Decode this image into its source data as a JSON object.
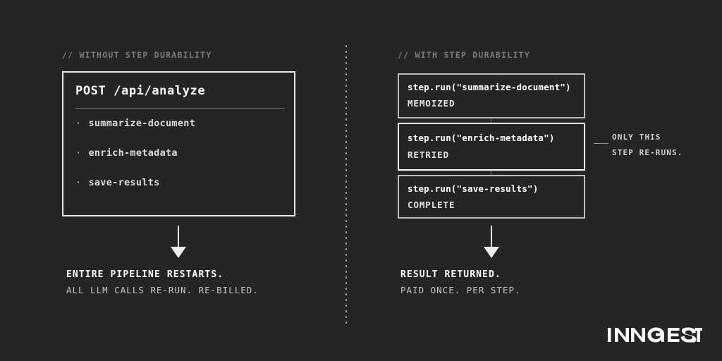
{
  "background_color": "#252525",
  "left_panel": {
    "comment": "// WITHOUT STEP DURABILITY",
    "card": {
      "title": "POST /api/analyze",
      "steps": [
        {
          "bullet": "·",
          "label": "summarize-document"
        },
        {
          "bullet": "·",
          "label": "enrich-metadata"
        },
        {
          "bullet": "·",
          "label": "save-results"
        }
      ]
    },
    "outcome": {
      "primary": "ENTIRE PIPELINE RESTARTS.",
      "secondary": "ALL LLM CALLS RE-RUN. RE-BILLED."
    }
  },
  "right_panel": {
    "comment": "// WITH STEP DURABILITY",
    "steps": [
      {
        "call": "step.run(\"summarize-document\")",
        "status": "MEMOIZED",
        "highlighted": false
      },
      {
        "call": "step.run(\"enrich-metadata\")",
        "status": "RETRIED",
        "highlighted": true
      },
      {
        "call": "step.run(\"save-results\")",
        "status": "COMPLETE",
        "highlighted": false
      }
    ],
    "annotation": {
      "line1": "ONLY THIS",
      "line2": "STEP RE-RUNS."
    },
    "outcome": {
      "primary": "RESULT RETURNED.",
      "secondary": "PAID ONCE. PER STEP."
    }
  },
  "brand": {
    "name": "INNGEST",
    "color": "#ffffff"
  },
  "colors": {
    "card_border": "#e9e9e9",
    "step_border": "#bdbdbd",
    "step_border_highlight": "#ffffff",
    "comment_text": "#7b7b7b",
    "divider": "#9a9a9a"
  }
}
